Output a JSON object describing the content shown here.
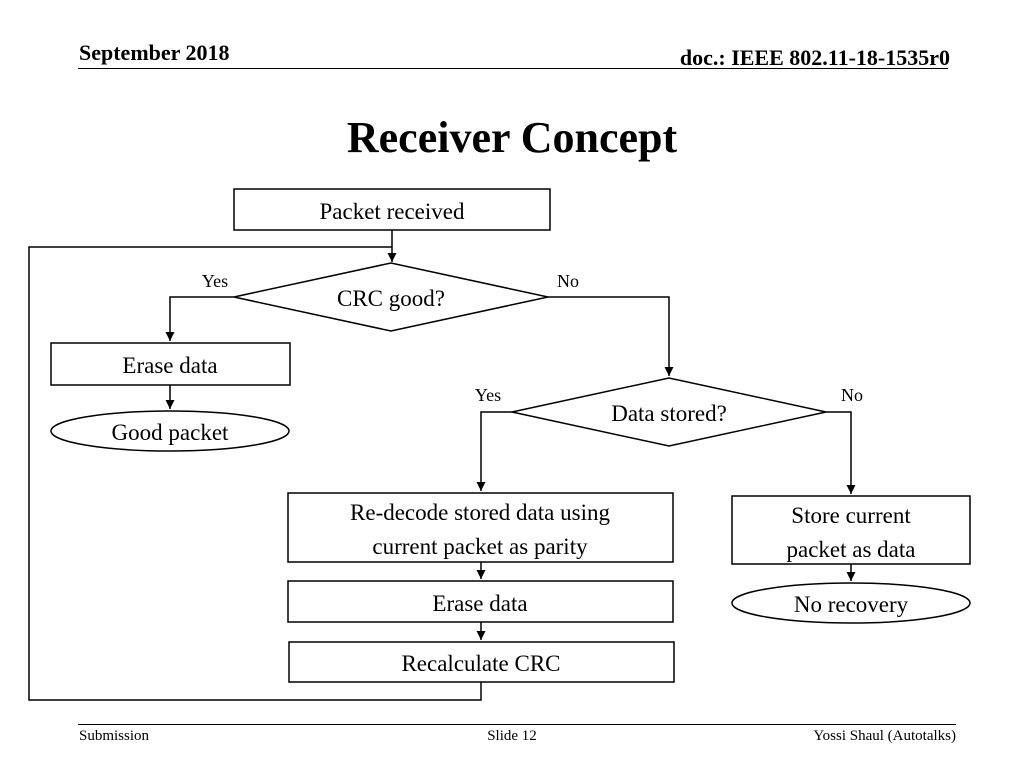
{
  "header": {
    "date": "September 2018",
    "doc_id": "doc.: IEEE 802.11-18-1535r0"
  },
  "title": "Receiver Concept",
  "diagram": {
    "nodes": {
      "packet_received": "Packet received",
      "crc_good": "CRC good?",
      "erase_data_1": "Erase data",
      "good_packet": "Good packet",
      "data_stored": "Data stored?",
      "redecode": [
        "Re-decode stored data using",
        "current packet as parity"
      ],
      "store_current": [
        "Store current",
        "packet as data"
      ],
      "erase_data_2": "Erase data",
      "no_recovery": "No recovery",
      "recalculate_crc": "Recalculate CRC"
    },
    "edges": {
      "crc_yes": "Yes",
      "crc_no": "No",
      "stored_yes": "Yes",
      "stored_no": "No"
    }
  },
  "footer": {
    "left": "Submission",
    "center": "Slide 12",
    "right": "Yossi Shaul (Autotalks)"
  }
}
